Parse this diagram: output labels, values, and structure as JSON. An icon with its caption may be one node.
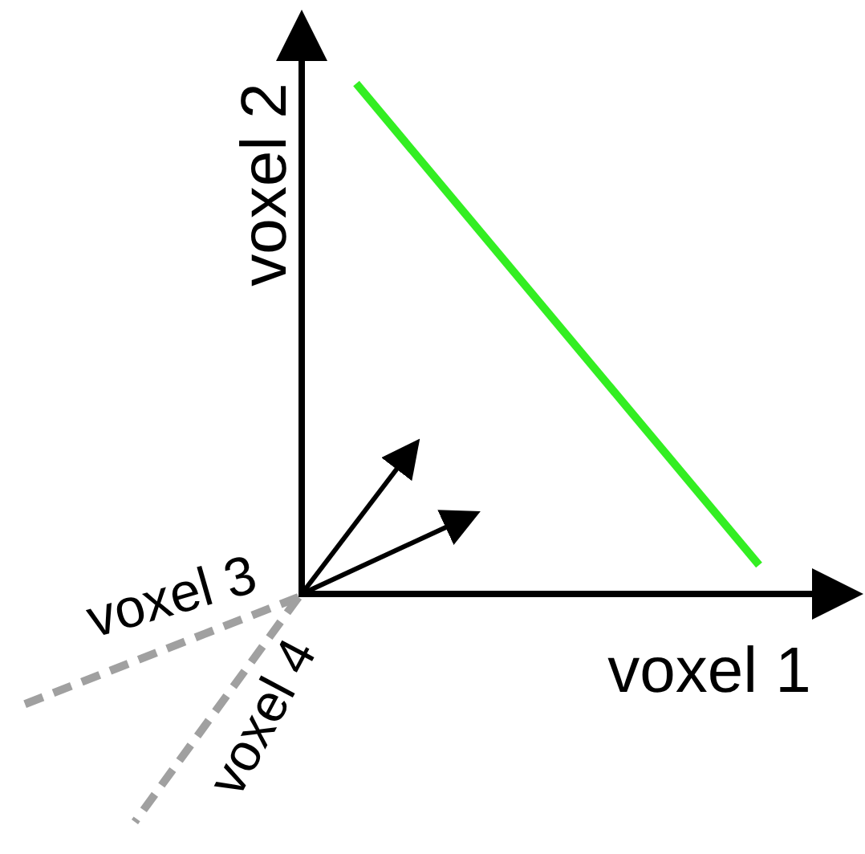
{
  "diagram": {
    "labels": [
      "voxel 2",
      "voxel 3",
      "voxel 1",
      "voxel 4"
    ]
  }
}
